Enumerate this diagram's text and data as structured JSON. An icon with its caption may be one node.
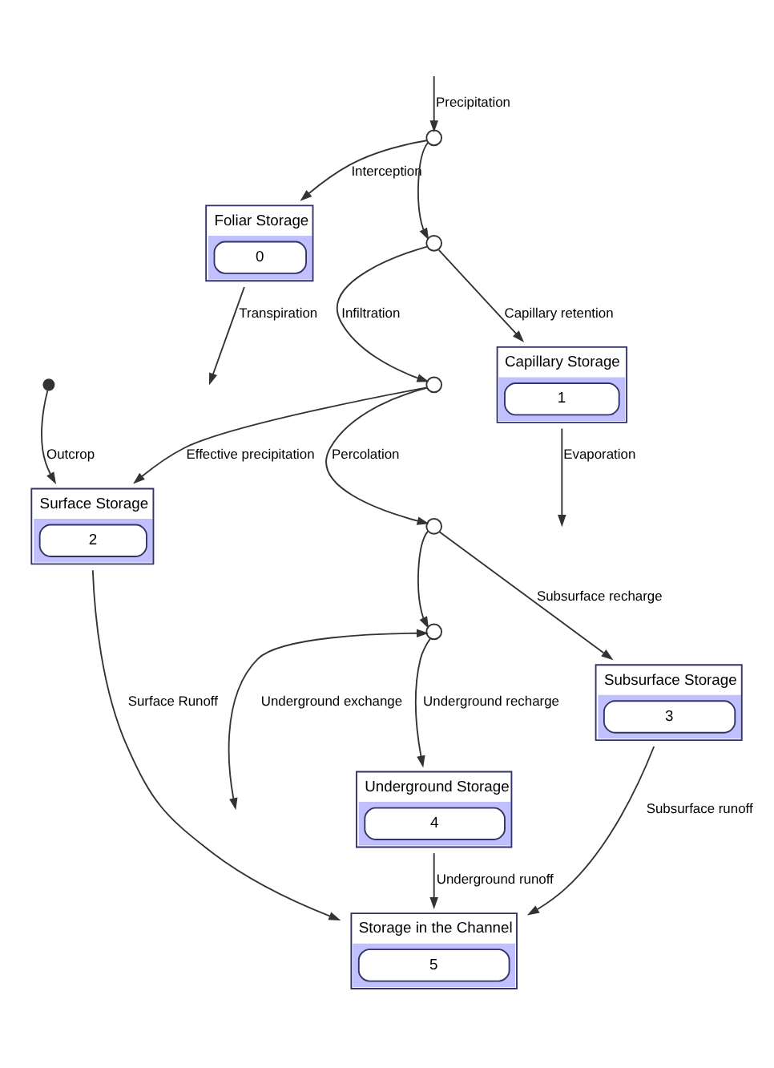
{
  "diagram": {
    "nodes": [
      {
        "text": [],
        "shape": "circle"
      },
      {
        "text": [
          "Foliar Storage",
          "0"
        ]
      },
      {
        "text": [],
        "shape": "circle"
      },
      {
        "text": [
          "Capillary Storage",
          "1"
        ]
      },
      {
        "text": [],
        "shape": "circle"
      },
      {
        "text": [
          "Surface Storage",
          "2"
        ]
      },
      {
        "text": [],
        "shape": "dot"
      },
      {
        "text": [],
        "shape": "circle"
      },
      {
        "text": [
          "Subsurface Storage",
          "3"
        ]
      },
      {
        "text": [],
        "shape": "circle"
      },
      {
        "text": [
          "Underground Storage",
          "4"
        ]
      },
      {
        "text": [
          "Storage in the Channel",
          "5"
        ]
      }
    ],
    "edges": [
      {
        "from": null,
        "to": 0,
        "arrow": "to",
        "label": "Precipitation"
      },
      {
        "from": 0,
        "to": 1,
        "arrow": "to",
        "label": "Interception"
      },
      {
        "from": 1,
        "to": null,
        "arrow": "to",
        "label": "Transpiration"
      },
      {
        "from": 0,
        "to": 2,
        "arrow": "to"
      },
      {
        "from": 2,
        "to": 3,
        "arrow": "to",
        "label": "Capillary retention"
      },
      {
        "from": 3,
        "to": null,
        "arrow": "to",
        "label": "Evaporation"
      },
      {
        "from": 2,
        "to": 4,
        "arrow": "to",
        "label": "Infiltration"
      },
      {
        "from": 4,
        "to": 5,
        "arrow": "to",
        "label": "Effective precipitation"
      },
      {
        "from": 6,
        "to": 5,
        "arrow": "to",
        "label": "Outcrop"
      },
      {
        "from": 4,
        "to": 7,
        "arrow": "to",
        "label": "Percolation"
      },
      {
        "from": 7,
        "to": 8,
        "arrow": "to",
        "label": "Subsurface recharge"
      },
      {
        "from": 7,
        "to": 9,
        "arrow": "to"
      },
      {
        "from": 9,
        "to": 10,
        "arrow": "to",
        "label": "Underground recharge"
      },
      {
        "from": 9,
        "to": null,
        "arrow": "both",
        "label": "Underground exchange"
      },
      {
        "from": 5,
        "to": 11,
        "arrow": "to",
        "label": "Surface Runoff"
      },
      {
        "from": 8,
        "to": 11,
        "arrow": "to",
        "label": "Subsurface runoff"
      },
      {
        "from": 10,
        "to": 11,
        "arrow": "to",
        "label": "Underground runoff"
      }
    ]
  }
}
